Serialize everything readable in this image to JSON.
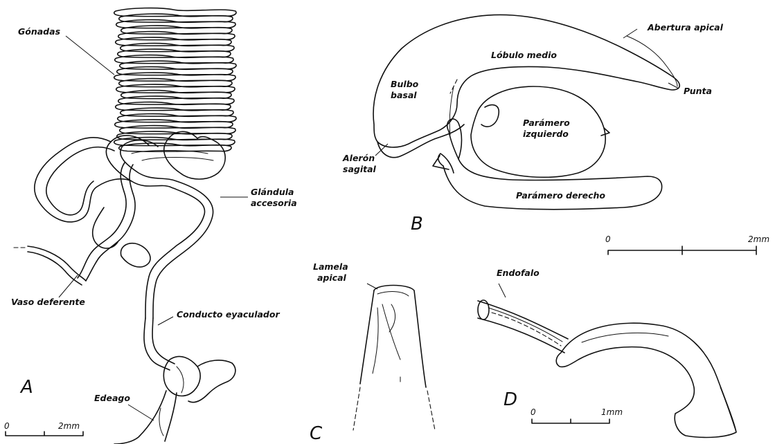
{
  "panels": {
    "a": "A",
    "b": "B",
    "c": "C",
    "d": "D"
  },
  "labels": {
    "gonadas": "Gónadas",
    "glandula_1": "Glándula",
    "glandula_2": "accesoria",
    "vaso_deferente": "Vaso deferente",
    "conducto_eyaculador": "Conducto eyaculador",
    "edeago": "Edeago",
    "lobulo_medio": "Lóbulo medio",
    "abertura_apical": "Abertura apical",
    "bulbo_1": "Bulbo",
    "bulbo_2": "basal",
    "punta": "Punta",
    "paramero_izq_1": "Parámero",
    "paramero_izq_2": "izquierdo",
    "aleron_1": "Alerón",
    "aleron_2": "sagital",
    "paramero_derecho": "Parámero derecho",
    "lamela_1": "Lamela",
    "lamela_2": "apical",
    "endofalo": "Endofalo"
  },
  "scale_bars": {
    "a": {
      "start": "0",
      "end": "2mm"
    },
    "b": {
      "start": "0",
      "end": "2mm"
    },
    "d": {
      "start": "0",
      "end": "1mm"
    }
  }
}
